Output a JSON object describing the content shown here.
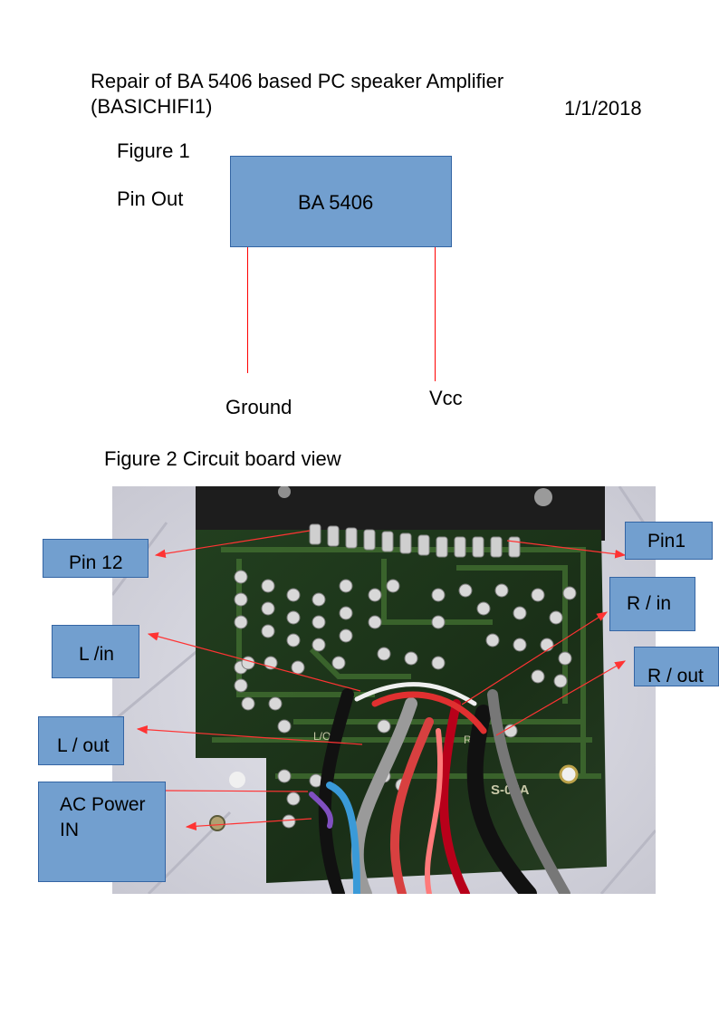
{
  "header": {
    "title_line1": "Repair of BA 5406 based PC speaker Amplifier",
    "title_line2": "(BASICHIFI1)",
    "date": "1/1/2018"
  },
  "figure1": {
    "caption": "Figure 1",
    "subcaption": "Pin Out",
    "chip_label": "BA  5406",
    "pin_left_label": "Ground",
    "pin_right_label": "Vcc",
    "fill_color": "#729fcf",
    "line_color": "#ff0000"
  },
  "figure2": {
    "caption": "Figure 2 Circuit board view",
    "board_silkscreen": [
      "L/O",
      "R/O",
      "S-05A"
    ],
    "callouts": {
      "pin12": "Pin 12",
      "pin1": "Pin1",
      "l_in": "L /in",
      "r_in": "R / in",
      "l_out": "L / out",
      "r_out": "R / out",
      "ac_power_line1": "AC Power",
      "ac_power_line2": "IN"
    },
    "arrow_color": "#ff3333",
    "board_color": "#1f3a1c"
  }
}
